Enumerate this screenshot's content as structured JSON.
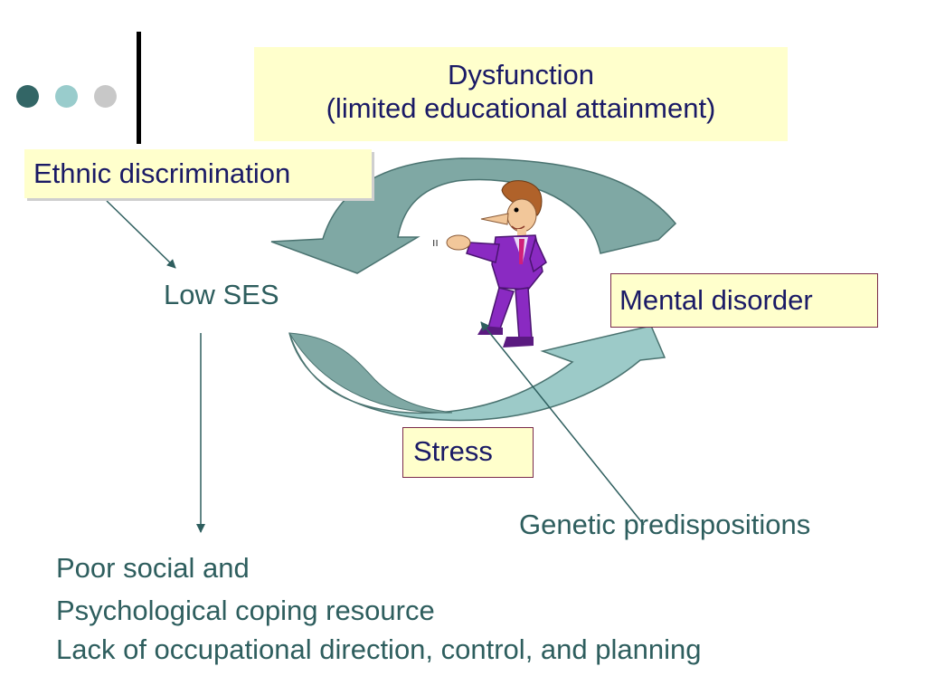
{
  "title": {
    "line1": "Dysfunction",
    "line2": "(limited  educational attainment)"
  },
  "nodes": {
    "ethnic_discrimination": "Ethnic discrimination",
    "low_ses": "Low SES",
    "mental_disorder": "Mental disorder",
    "stress": "Stress",
    "genetic_predispositions": "Genetic predispositions"
  },
  "outcomes": [
    "Poor social and",
    "Psychological coping resource",
    "Lack of occupational direction, control, and planning"
  ],
  "colors": {
    "title_text": "#1a1a66",
    "label_text": "#2e5e5e",
    "box_fill": "#ffffcc",
    "arrow_fill_top": "#7fa8a4",
    "arrow_fill_bottom": "#9ccac8",
    "dot_dark": "#336666",
    "dot_mid": "#99cccc",
    "dot_light": "#c8c8c8"
  },
  "icons": [
    "decorative-dots",
    "cycle-arrows",
    "stressed-man-figure"
  ]
}
